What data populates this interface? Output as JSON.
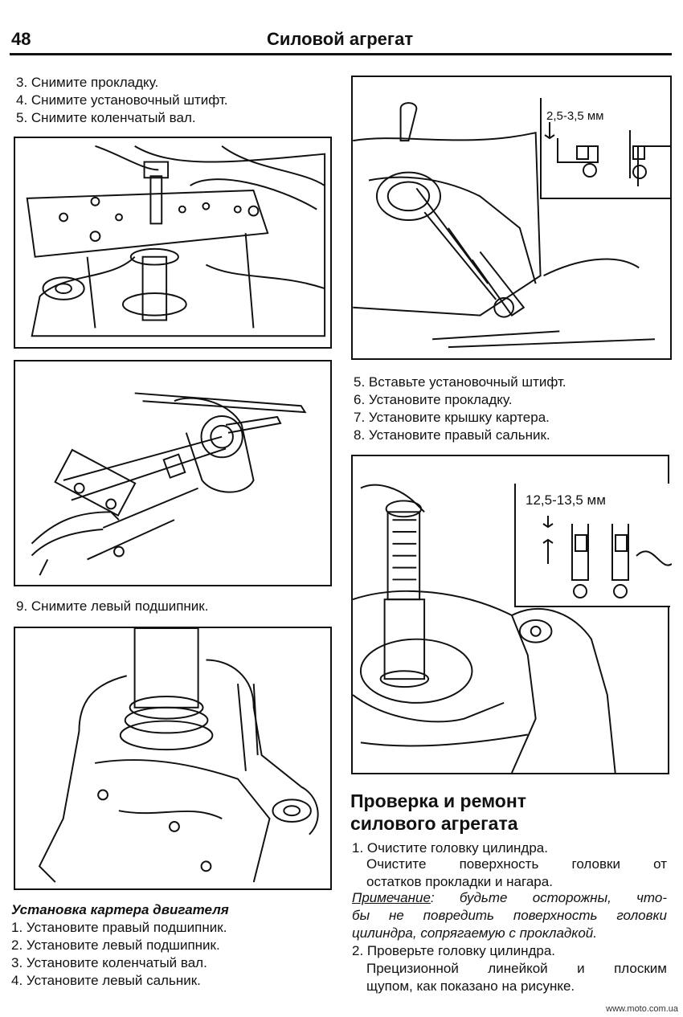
{
  "header": {
    "page_number": "48",
    "title": "Силовой агрегат"
  },
  "left_column": {
    "steps_top": [
      "3. Снимите прокладку.",
      "4. Снимите установочный штифт.",
      "5. Снимите коленчатый вал."
    ],
    "caption_mid": "9. Снимите левый подшипник.",
    "install_title": "Установка картера двигателя",
    "install_steps": [
      "1. Установите правый подшипник.",
      "2. Установите левый подшипник.",
      "3. Установите коленчатый вал.",
      "4. Установите левый сальник."
    ]
  },
  "right_column": {
    "figure1_dimension": "2,5-3,5 мм",
    "steps_mid": [
      "5. Вставьте установочный штифт.",
      "6. Установите прокладку.",
      "7. Установите крышку картера.",
      "8. Установите правый сальник."
    ],
    "figure2_dimension": "12,5-13,5 мм",
    "section_title_line1": "Проверка и ремонт",
    "section_title_line2": "силового агрегата",
    "item1_title": "1. Очистите головку цилиндра.",
    "item1_text_line1": "Очистите поверхность головки от",
    "item1_text_line2": "остатков прокладки и нагара.",
    "note_label": "Примечание",
    "note_line1": ": будьте осторожны, что-",
    "note_line2": "бы не повредить поверхность головки",
    "note_line3": "цилиндра, сопрягаемую с прокладкой.",
    "item2_title": "2. Проверьте головку цилиндра.",
    "item2_text_line1": "Прецизионной линейкой и плоским",
    "item2_text_line2": "щупом, как показано на рисунке."
  },
  "footer": {
    "site": "www.moto.com.ua"
  }
}
